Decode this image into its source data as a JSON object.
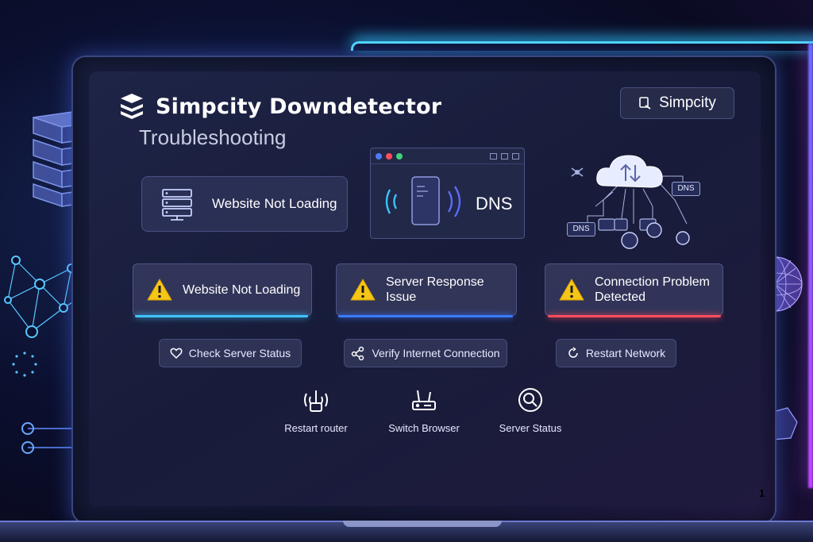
{
  "header": {
    "title": "Simpcity Downdetector",
    "subtitle": "Troubleshooting",
    "brand_button": "Simpcity"
  },
  "status_card": {
    "label": "Website Not Loading"
  },
  "dns_panel": {
    "label": "DNS"
  },
  "network_diagram": {
    "node_labels": [
      "DNS",
      "DNS"
    ]
  },
  "alerts": [
    {
      "label": "Website Not Loading",
      "color": "#3ec4ff"
    },
    {
      "label": "Server Response Issue",
      "color": "#3a7bff"
    },
    {
      "label": "Connection Problem Detected",
      "color": "#ff4d5e"
    }
  ],
  "actions": [
    {
      "label": "Check Server Status",
      "icon": "heart-icon"
    },
    {
      "label": "Verify Internet Connection",
      "icon": "share-nodes-icon"
    },
    {
      "label": "Restart Network",
      "icon": "restart-icon"
    }
  ],
  "tools": [
    {
      "label": "Restart router",
      "icon": "router-icon"
    },
    {
      "label": "Switch Browser",
      "icon": "browser-switch-icon"
    },
    {
      "label": "Server Status",
      "icon": "server-status-icon"
    }
  ],
  "page_number": "1",
  "colors": {
    "accent": "#4fd8ff",
    "warning": "#f5c518",
    "danger": "#ff4d5e",
    "purple": "#b04cff"
  }
}
